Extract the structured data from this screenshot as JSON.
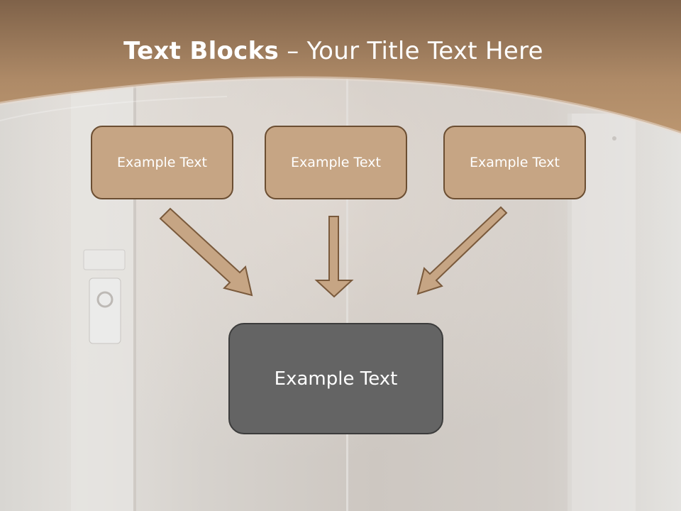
{
  "slide": {
    "title_bold": "Text Blocks",
    "title_rest": " – Your Title Text Here",
    "top_boxes": [
      {
        "label": "Example Text"
      },
      {
        "label": "Example Text"
      },
      {
        "label": "Example Text"
      }
    ],
    "bottom_box": {
      "label": "Example Text"
    }
  },
  "colors": {
    "header_brown": "#a58160",
    "box_fill": "#c6a584",
    "box_border": "#6b4e32",
    "bottom_box_fill": "#646464"
  }
}
